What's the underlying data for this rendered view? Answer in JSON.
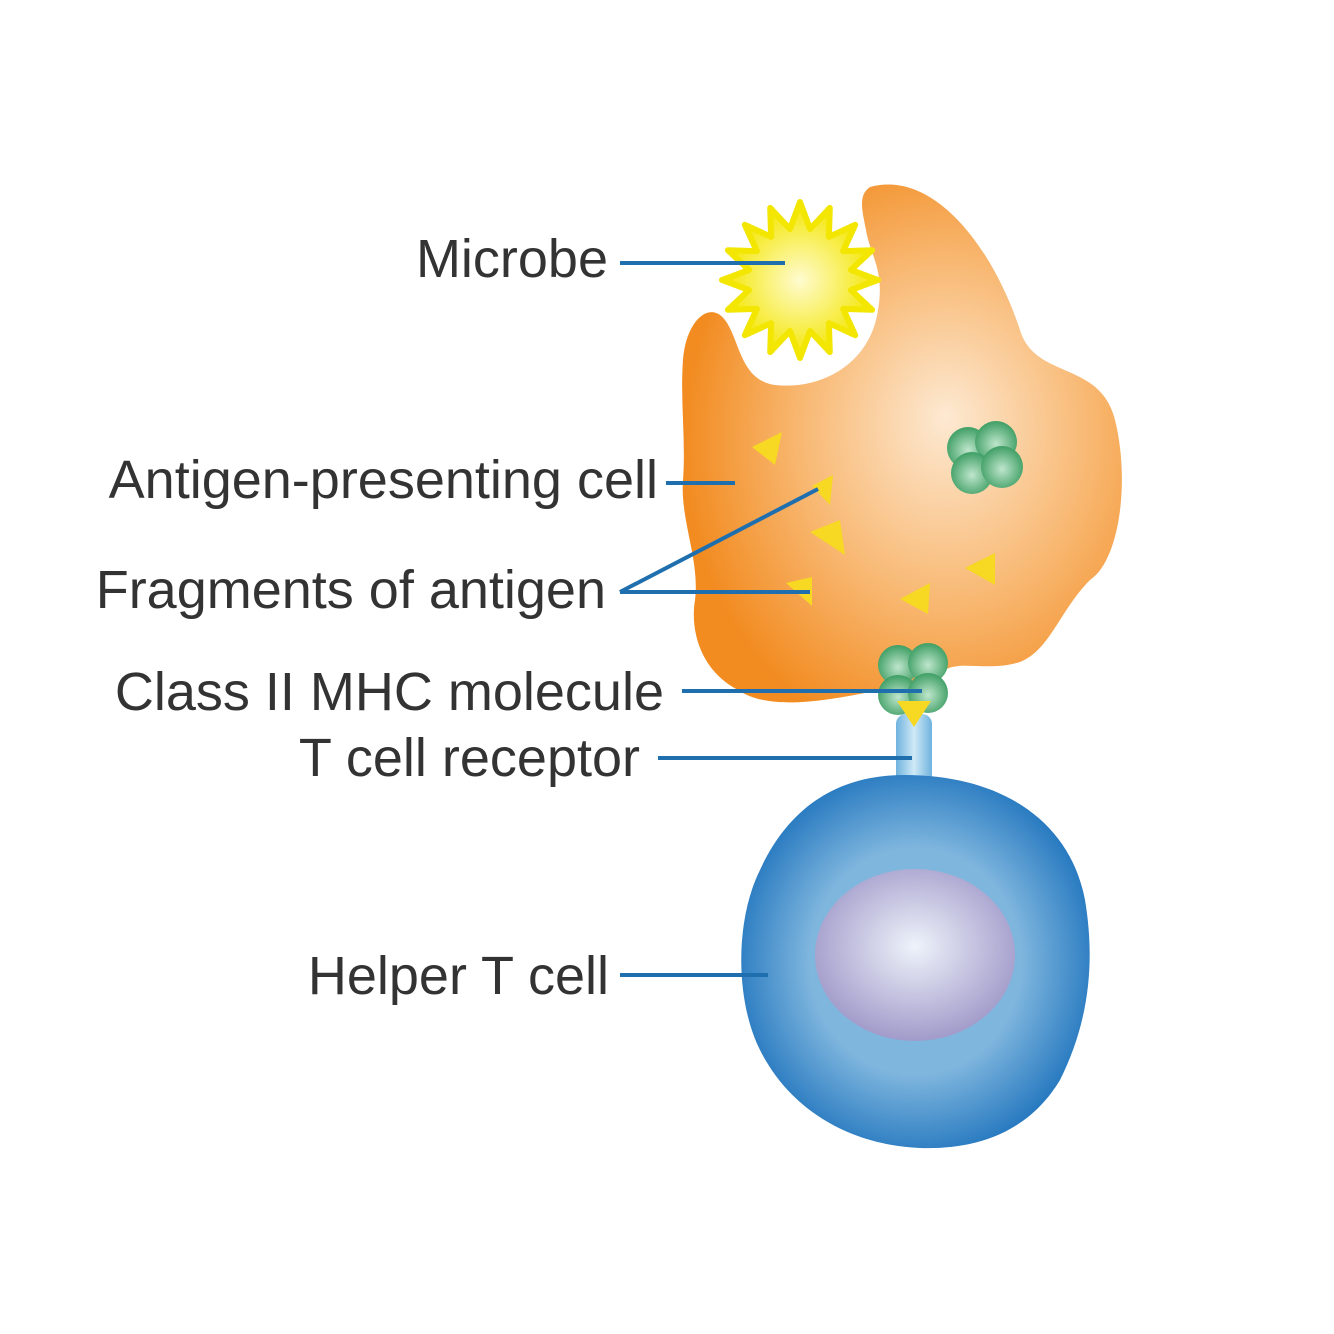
{
  "labels": {
    "microbe": "Microbe",
    "apc": "Antigen-presenting cell",
    "fragments": "Fragments of antigen",
    "mhc": "Class II MHC molecule",
    "tcr": "T cell receptor",
    "helper": "Helper T cell"
  },
  "colors": {
    "apc_light": "#fde9d2",
    "apc_mid": "#f8b872",
    "apc_edge": "#f28b20",
    "microbe_center": "#fffbd0",
    "microbe_edge": "#f3e600",
    "antigen_fragment": "#f7d823",
    "mhc_light": "#bfe6cc",
    "mhc_dark": "#3e9e64",
    "receptor": "#8cc5e6",
    "helper_light": "#7fb6de",
    "helper_edge": "#1e73bd",
    "nucleus_light": "#eef3fa",
    "nucleus_dark": "#9b93c6",
    "leader_line": "#1f6fae",
    "text": "#333333"
  }
}
